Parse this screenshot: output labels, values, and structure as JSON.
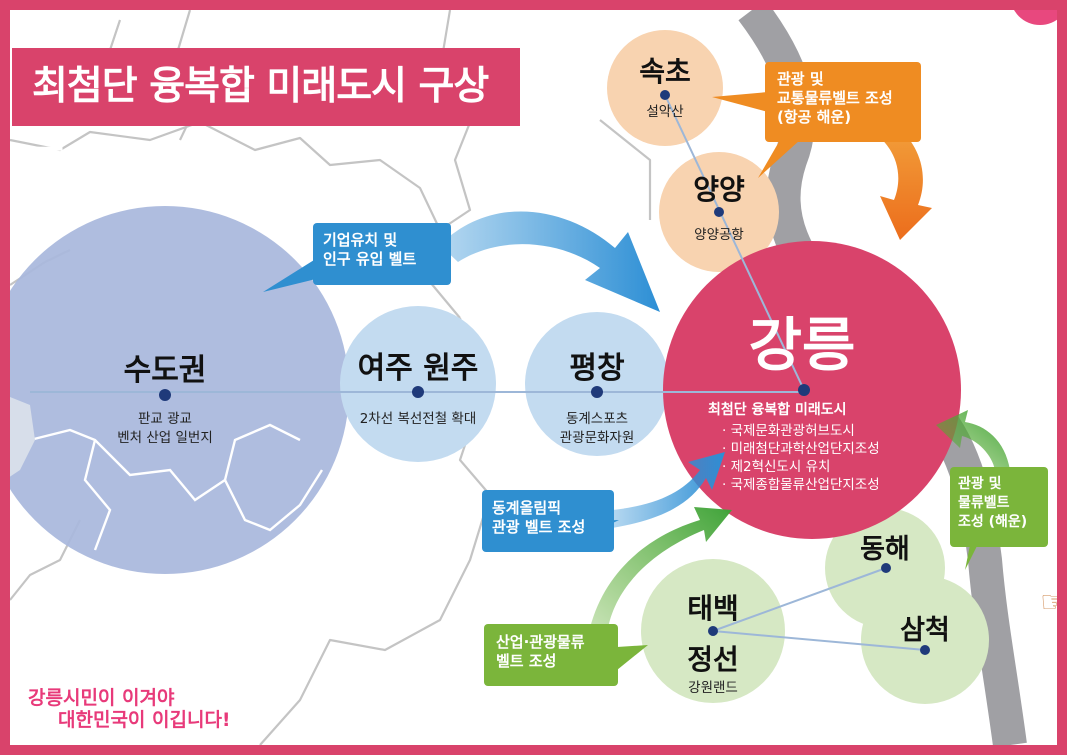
{
  "title": "최첨단 융복합 미래도시 구상도",
  "slogan": {
    "line1": "강릉시민이 이겨야",
    "line2": "대한민국이 이깁니다!"
  },
  "cities": {
    "sudogwon": {
      "name": "수도권",
      "desc": "판교 광교\n벤처 산업 일번지"
    },
    "yeoju": {
      "name": "여주 원주",
      "desc": "2차선 복선전철 확대"
    },
    "pyeongchang": {
      "name": "평창",
      "desc": "동계스포츠\n관광문화자원"
    },
    "gangneung": {
      "name": "강릉",
      "tagline": "최첨단 융복합 미래도시",
      "items": [
        "· 국제문화관광허브도시",
        "· 미래첨단과학산업단지조성",
        "· 제2혁신도시 유치",
        "· 국제종합물류산업단지조성"
      ]
    },
    "sokcho": {
      "name": "속초",
      "desc": "설악산"
    },
    "yangyang": {
      "name": "양양",
      "desc": "양양공항"
    },
    "donghae": {
      "name": "동해"
    },
    "samcheok": {
      "name": "삼척"
    },
    "taebaek": {
      "name1": "태백",
      "name2": "정선",
      "desc": "강원랜드"
    }
  },
  "callouts": {
    "business": "기업유치 및\n인구 유입 벨트",
    "tourism_air": "관광 및\n교통물류벨트 조성\n(항공 해운)",
    "olympic": "동계올림픽\n관광 벨트 조성",
    "industry": "산업·관광물류\n벨트 조성",
    "marine": "관광 및\n물류벨트\n조성 (해운)"
  },
  "colors": {
    "frame": "#d9436b",
    "capital": "#a8b7dc",
    "central": "#c3dbf0",
    "gangneung": "#d9436b",
    "north": "#f8d3b0",
    "south": "#d6e8c4",
    "river": "#a0a0a4",
    "callout_blue": "#2f8fd0",
    "callout_orange": "#ef8c22",
    "callout_green": "#7bb53b",
    "slogan": "#e83a7a"
  }
}
